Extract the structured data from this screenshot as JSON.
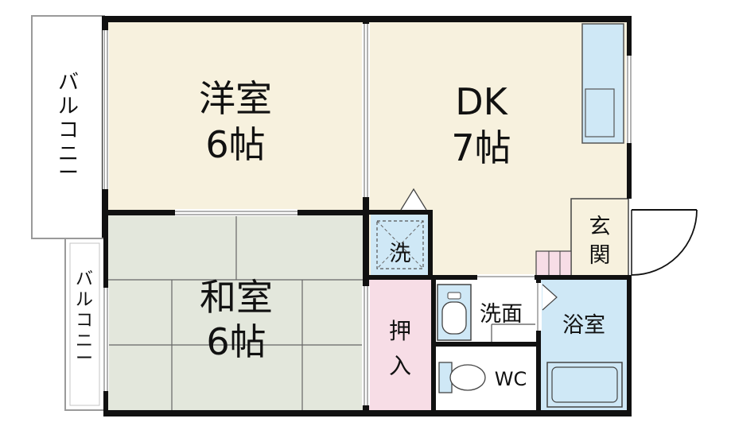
{
  "rooms": {
    "western": {
      "name": "洋室",
      "size": "6帖"
    },
    "dk": {
      "name": "DK",
      "size": "7帖"
    },
    "japanese": {
      "name": "和室",
      "size": "6帖"
    },
    "entrance": {
      "char1": "玄",
      "char2": "関"
    },
    "laundry": {
      "label": "洗"
    },
    "closet": {
      "char1": "押",
      "char2": "入"
    },
    "washroom": {
      "label": "洗面"
    },
    "bath": {
      "label": "浴室"
    },
    "wc": {
      "label": "WC"
    }
  },
  "balcony_top": {
    "chars": [
      "バ",
      "ル",
      "コ",
      "ニ",
      "ー"
    ]
  },
  "balcony_bottom": {
    "chars": [
      "バ",
      "ル",
      "コ",
      "ニ",
      "ー"
    ]
  },
  "colors": {
    "western_floor": "#f7f1de",
    "japanese_floor": "#e3e7dc",
    "wet_area": "#cfe8f6",
    "closet_floor": "#f7dde6",
    "wall": "#111111",
    "balcony_line": "#9a9a9a"
  }
}
